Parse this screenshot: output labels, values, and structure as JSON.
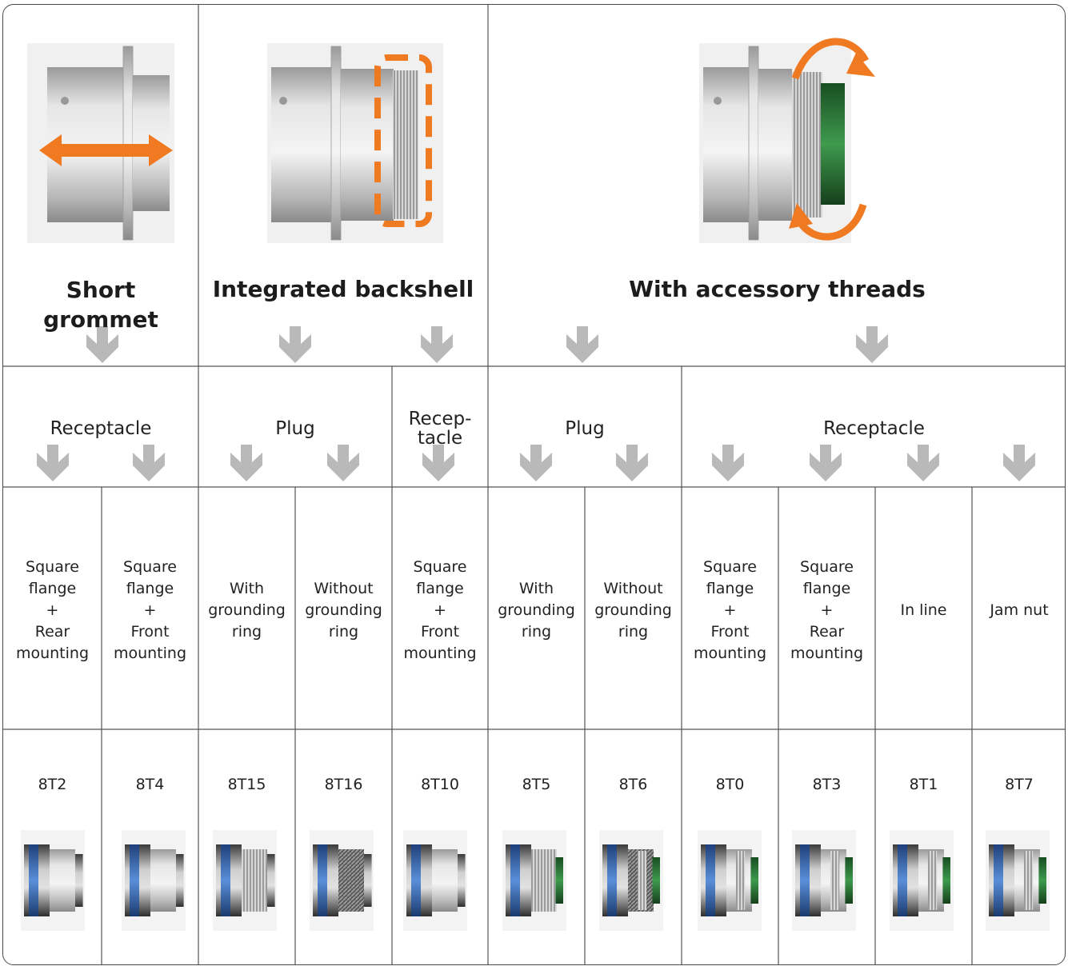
{
  "headers": [
    {
      "id": "short-grommet",
      "label": "Short\ngrommet"
    },
    {
      "id": "integrated-backshell",
      "label": "Integrated backshell"
    },
    {
      "id": "accessory-threads",
      "label": "With accessory threads"
    }
  ],
  "types": [
    {
      "id": "receptacle-a",
      "label": "Receptacle"
    },
    {
      "id": "plug-a",
      "label": "Plug"
    },
    {
      "id": "receptacle-b",
      "label": "Recep-\ntacle"
    },
    {
      "id": "plug-b",
      "label": "Plug"
    },
    {
      "id": "receptacle-c",
      "label": "Receptacle"
    }
  ],
  "options": [
    {
      "label": "Square\nflange\n+\nRear\nmounting",
      "code": "8T2"
    },
    {
      "label": "Square\nflange\n+\nFront\nmounting",
      "code": "8T4"
    },
    {
      "label": "With\ngrounding\nring",
      "code": "8T15"
    },
    {
      "label": "Without\ngrounding\nring",
      "code": "8T16"
    },
    {
      "label": "Square\nflange\n+\nFront\nmounting",
      "code": "8T10"
    },
    {
      "label": "With\ngrounding\nring",
      "code": "8T5"
    },
    {
      "label": "Without\ngrounding\nring",
      "code": "8T6"
    },
    {
      "label": "Square\nflange\n+\nFront\nmounting",
      "code": "8T0"
    },
    {
      "label": "Square\nflange\n+\nRear\nmounting",
      "code": "8T3"
    },
    {
      "label": "In line",
      "code": "8T1"
    },
    {
      "label": "Jam nut",
      "code": "8T7"
    }
  ],
  "colors": {
    "accent": "#ef7a22",
    "arrow": "#b9b9b9",
    "metal": "#c9c9c9",
    "blue_band": "#3d6fb8",
    "green_insert": "#2f7a3a"
  }
}
